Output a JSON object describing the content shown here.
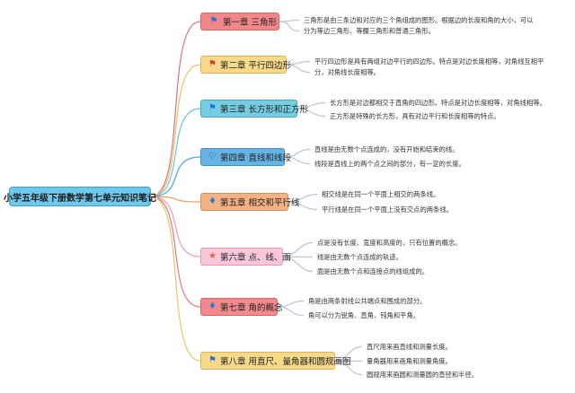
{
  "root": {
    "title": "小学五年级下册数学第七单元知识笔记"
  },
  "chapters": [
    {
      "label": "第一章 三角形",
      "icon": "flag-icon",
      "bg": "#f2878a",
      "border": "#d86468",
      "line": "#e0707a",
      "notes": [
        "三角形是由三条边和对应的三个角组成的图形。根据边的长度和角的大小，可以",
        "分为等边三角形、等腰三角形和普通三角形。"
      ]
    },
    {
      "label": "第二章 平行四边形",
      "icon": "red-flag-icon",
      "bg": "#f7d98a",
      "border": "#d9b25a",
      "line": "#e8c46a",
      "notes": [
        "平行四边形是具有两组对边平行的四边形。特点是对边长度相等，对角线互相平",
        "分，对角线长度相等。"
      ]
    },
    {
      "label": "第三章 长方形和正方形",
      "icon": "flag-icon",
      "bg": "#74cde0",
      "border": "#3fa9c2",
      "line": "#6cc3d8",
      "notes": [
        "长方形是对边都相交于直角的四边形。特点是对边长度相等，对角线相等。",
        "正方形是特殊的长方形，具有对边平行和长度相等的特点。"
      ]
    },
    {
      "label": "第四章 直线和线段",
      "icon": "heart-icon",
      "bg": "#66b4e6",
      "border": "#3a8fc9",
      "line": "#4aa6e0",
      "notes": [
        "直线是由无数个点连成的，没有开始和结束的线。",
        "线段是直线上的两个点之间的部分，有一定的长度。"
      ]
    },
    {
      "label": "第五章 相交和平行线",
      "icon": "fire-icon",
      "bg": "#f4b183",
      "border": "#d98d55",
      "line": "#ee9a5e",
      "notes": [
        "相交线是在同一个平面上相交的两条线。",
        "平行线是在同一个平面上没有交点的两条线。"
      ]
    },
    {
      "label": "第六章 点、线、面",
      "icon": "star-icon",
      "bg": "#f9c6da",
      "border": "#e096b6",
      "line": "#f09ab8",
      "notes": [
        "点是没有长度、宽度和高度的，只有位置的概念。",
        "线是由无数个点连成的轨迹。",
        "面是由无数个点和连接点的线组成的。"
      ]
    },
    {
      "label": "第七章 角的概念",
      "icon": "fire-icon",
      "bg": "#f08a8c",
      "border": "#d4666a",
      "line": "#e47a80",
      "notes": [
        "角是由两条射线公共端点和围成的部分。",
        "角可以分为锐角、直角、钝角和平角。"
      ]
    },
    {
      "label": "第八章 用直尺、量角器和圆规画图",
      "icon": "flag-icon",
      "bg": "#f7d98a",
      "border": "#d9b25a",
      "line": "#e8c46a",
      "notes": [
        "直尺用来画直线和测量长度。",
        "量角器用来画角和测量角度。",
        "圆规用来画圆和测量圆的直径和半径。"
      ]
    }
  ]
}
